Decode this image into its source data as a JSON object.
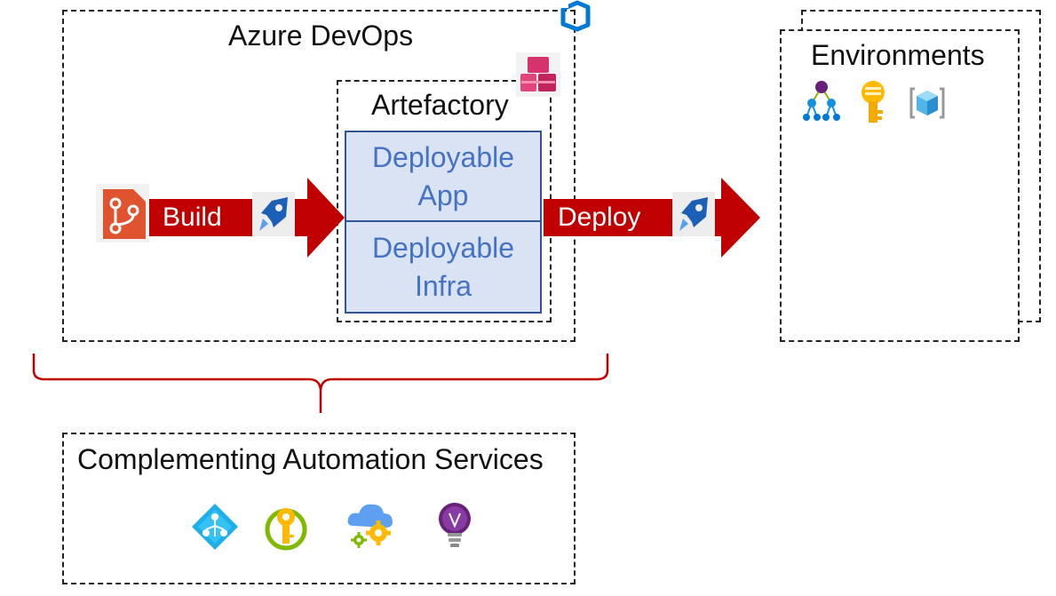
{
  "azure_devops": {
    "title": "Azure DevOps",
    "icon": "azure-devops-icon"
  },
  "artefactory": {
    "title": "Artefactory",
    "icon": "artifacts-icon",
    "items": [
      {
        "line1": "Deployable",
        "line2": "App"
      },
      {
        "line1": "Deployable",
        "line2": "Infra"
      }
    ]
  },
  "build": {
    "label": "Build",
    "source_icon": "repos-icon",
    "pipeline_icon": "pipelines-icon"
  },
  "deploy": {
    "label": "Deploy",
    "pipeline_icon": "pipelines-icon"
  },
  "environments": {
    "title": "Environments",
    "icons": [
      "management-group-icon",
      "key-icon",
      "resource-group-icon"
    ]
  },
  "complementing": {
    "title": "Complementing Automation Services",
    "icons": [
      "logic-apps-icon",
      "key-vault-icon",
      "automation-icon",
      "insights-icon"
    ]
  },
  "colors": {
    "arrow": "#c00000",
    "box_fill": "#dae3f3",
    "box_border": "#2f5597",
    "box_text": "#4472c4",
    "brace": "#c00000"
  }
}
